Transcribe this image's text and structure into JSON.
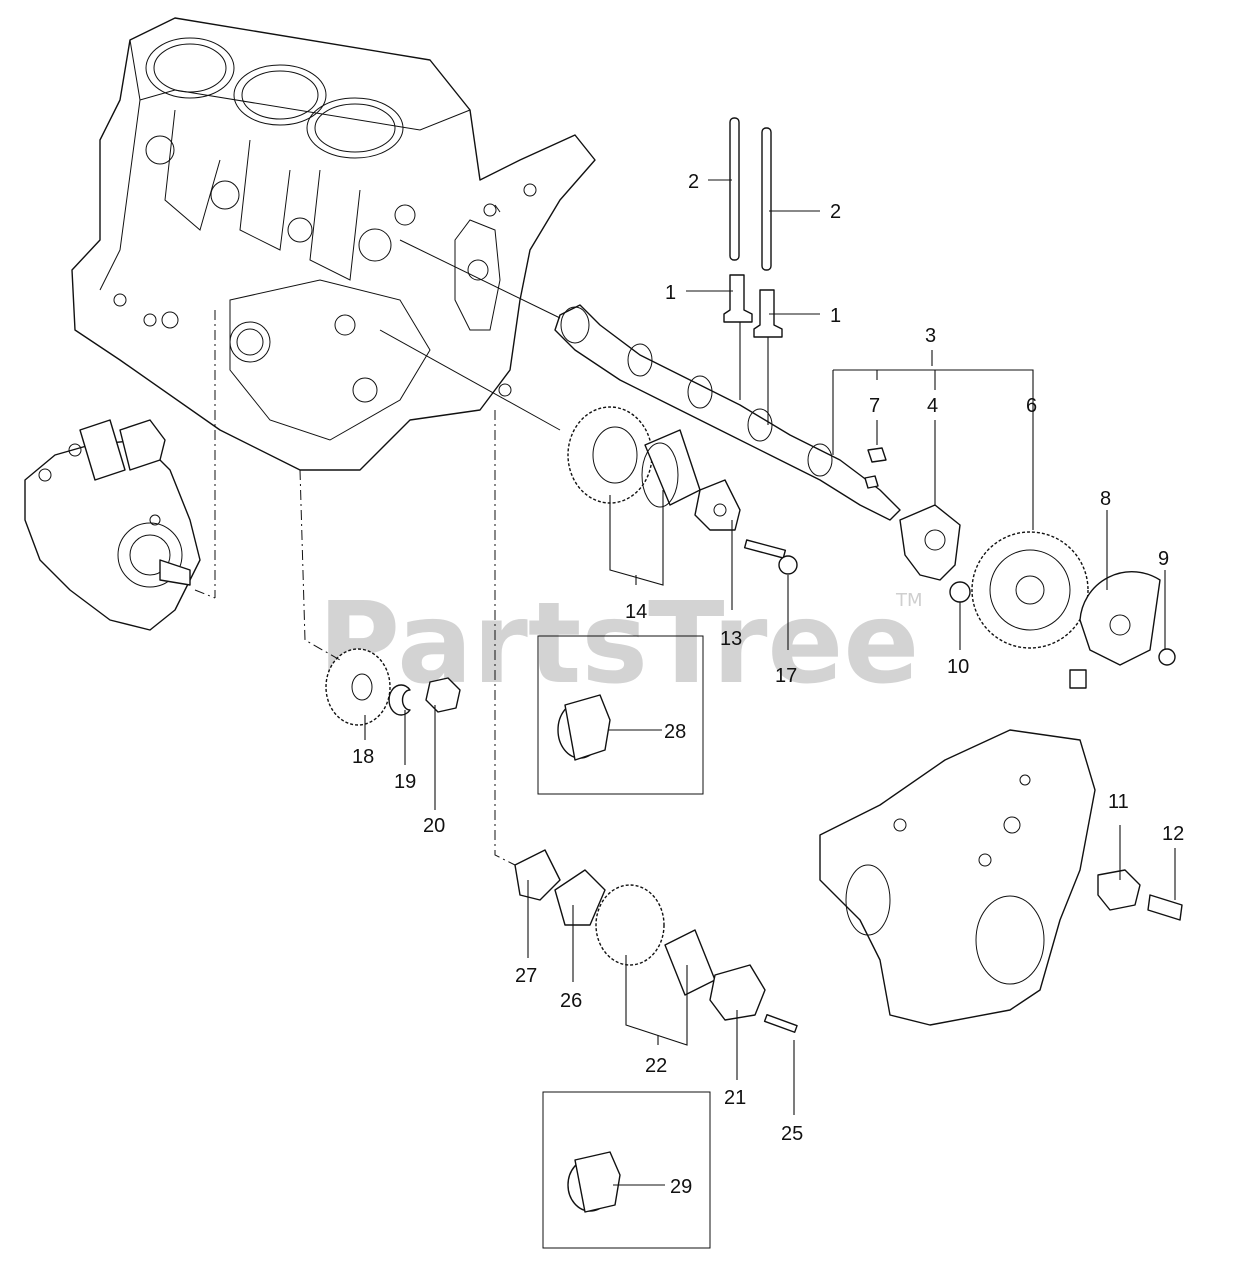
{
  "watermark": {
    "brand": "PartsTree",
    "mark": "TM"
  },
  "callouts": [
    {
      "id": "1",
      "pos": "left"
    },
    {
      "id": "1",
      "pos": "right"
    },
    {
      "id": "2",
      "pos": "left"
    },
    {
      "id": "2",
      "pos": "right"
    },
    {
      "id": "3"
    },
    {
      "id": "4"
    },
    {
      "id": "6"
    },
    {
      "id": "7"
    },
    {
      "id": "8"
    },
    {
      "id": "9"
    },
    {
      "id": "10"
    },
    {
      "id": "11"
    },
    {
      "id": "12"
    },
    {
      "id": "13"
    },
    {
      "id": "14"
    },
    {
      "id": "17"
    },
    {
      "id": "18"
    },
    {
      "id": "19"
    },
    {
      "id": "20"
    },
    {
      "id": "21"
    },
    {
      "id": "22"
    },
    {
      "id": "25"
    },
    {
      "id": "26"
    },
    {
      "id": "27"
    },
    {
      "id": "28"
    },
    {
      "id": "29"
    }
  ]
}
